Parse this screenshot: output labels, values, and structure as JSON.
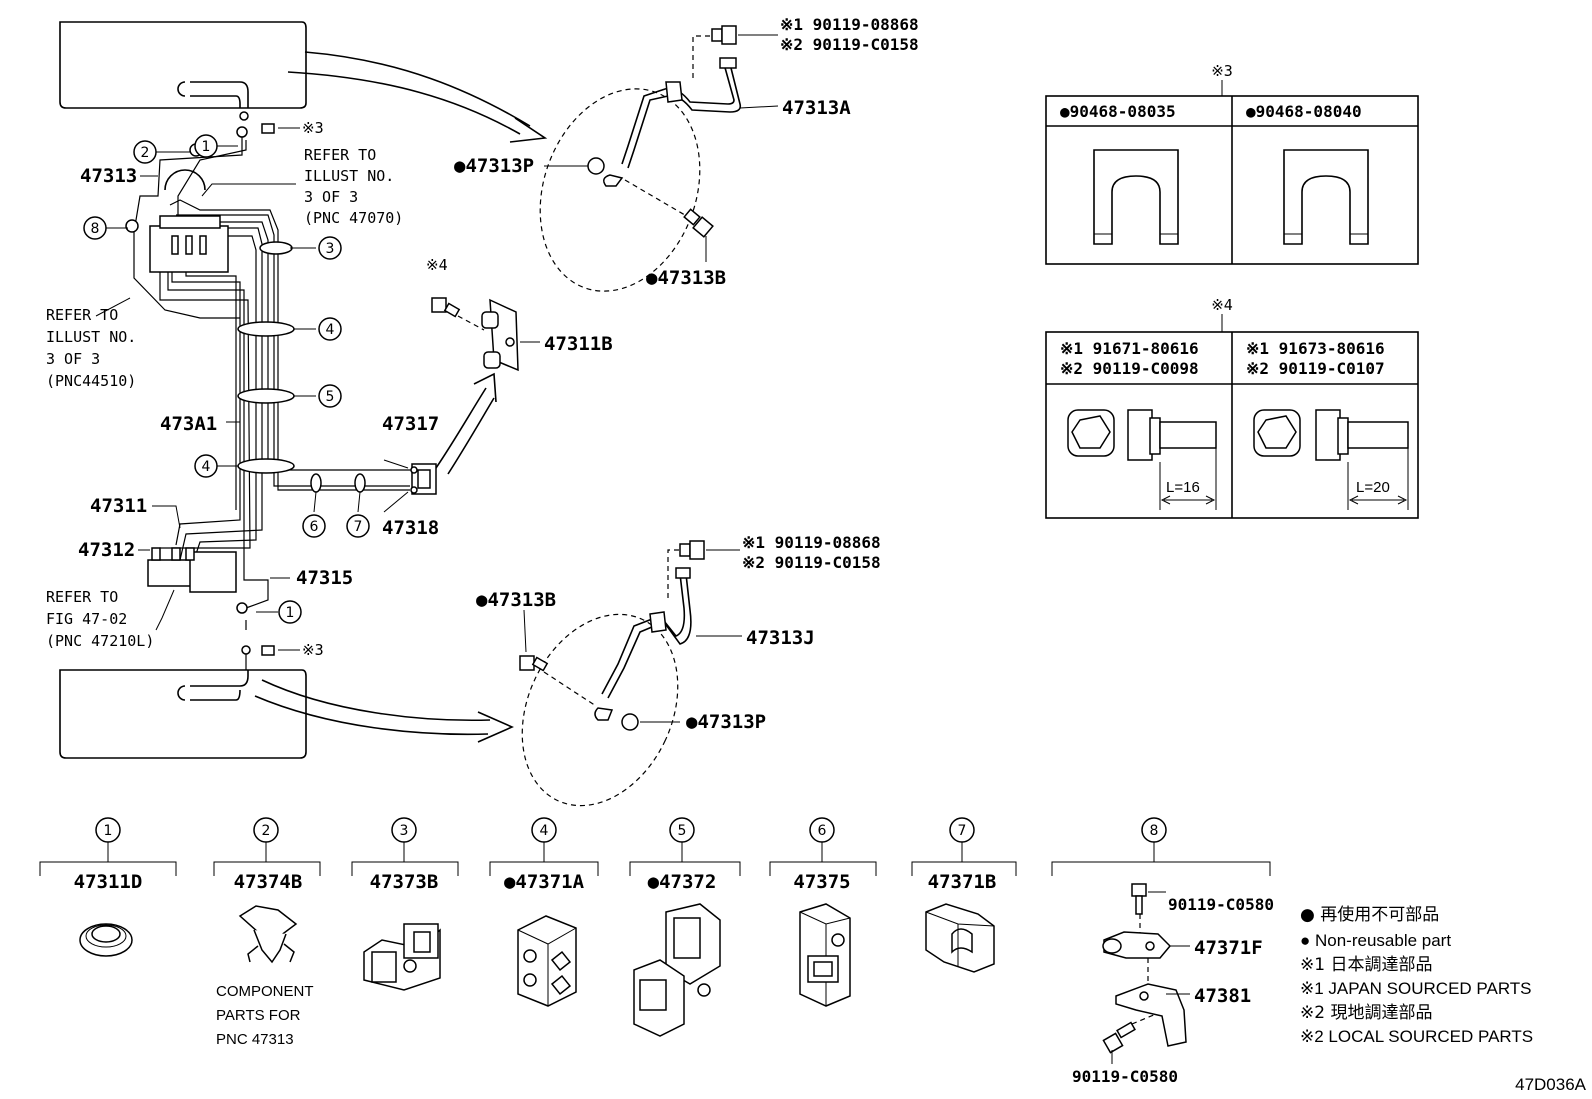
{
  "parts": {
    "p47313A": "47313A",
    "p47313P_top": "●47313P",
    "p47313B_top": "●47313B",
    "p47311B": "47311B",
    "p47313": "47313",
    "p473A1": "473A1",
    "p47317": "47317",
    "p47318": "47318",
    "p47311": "47311",
    "p47312": "47312",
    "p47315": "47315",
    "p47313B_bot": "●47313B",
    "p47313J": "47313J",
    "p47313P_bot": "●47313P"
  },
  "bolts_top": [
    "※1 90119-08868",
    "※2 90119-C0158"
  ],
  "bolts_mid": [
    "※1 90119-08868",
    "※2 90119-C0158"
  ],
  "notes": {
    "refer_47070": [
      "REFER TO",
      "ILLUST NO.",
      "3 OF 3",
      "(PNC 47070)"
    ],
    "refer_44510": [
      "REFER TO",
      "ILLUST NO.",
      "3 OF 3",
      "(PNC44510)"
    ],
    "refer_4702": [
      "REFER TO",
      "FIG 47-02",
      "(PNC 47210L)"
    ]
  },
  "markers": {
    "m3": "※3",
    "m4": "※4"
  },
  "callouts": [
    "1",
    "2",
    "3",
    "4",
    "5",
    "6",
    "7",
    "8"
  ],
  "table3": {
    "title": "※3",
    "cols": [
      "●90468-08035",
      "●90468-08040"
    ]
  },
  "table4": {
    "title": "※4",
    "cols": [
      [
        "※1 91671-80616",
        "※2 90119-C0098"
      ],
      [
        "※1 91673-80616",
        "※2 90119-C0107"
      ]
    ],
    "lengths": [
      "L=16",
      "L=20"
    ]
  },
  "bottom_parts": [
    {
      "num": "1",
      "label": "47311D"
    },
    {
      "num": "2",
      "label": "47374B"
    },
    {
      "num": "3",
      "label": "47373B"
    },
    {
      "num": "4",
      "label": "●47371A"
    },
    {
      "num": "5",
      "label": "●47372"
    },
    {
      "num": "6",
      "label": "47375"
    },
    {
      "num": "7",
      "label": "47371B"
    },
    {
      "num": "8",
      "label": ""
    }
  ],
  "component_note": [
    "COMPONENT",
    "PARTS FOR",
    "PNC 47313"
  ],
  "part8": {
    "bolt_top": "90119-C0580",
    "bracket": "47371F",
    "plate": "47381",
    "bolt_bottom": "90119-C0580"
  },
  "legend": [
    "● 再使用不可部品",
    "● Non-reusable part",
    "※1 日本調達部品",
    "※1 JAPAN SOURCED PARTS",
    "※2 現地調達部品",
    "※2 LOCAL SOURCED PARTS"
  ],
  "figure_code": "47D036A"
}
